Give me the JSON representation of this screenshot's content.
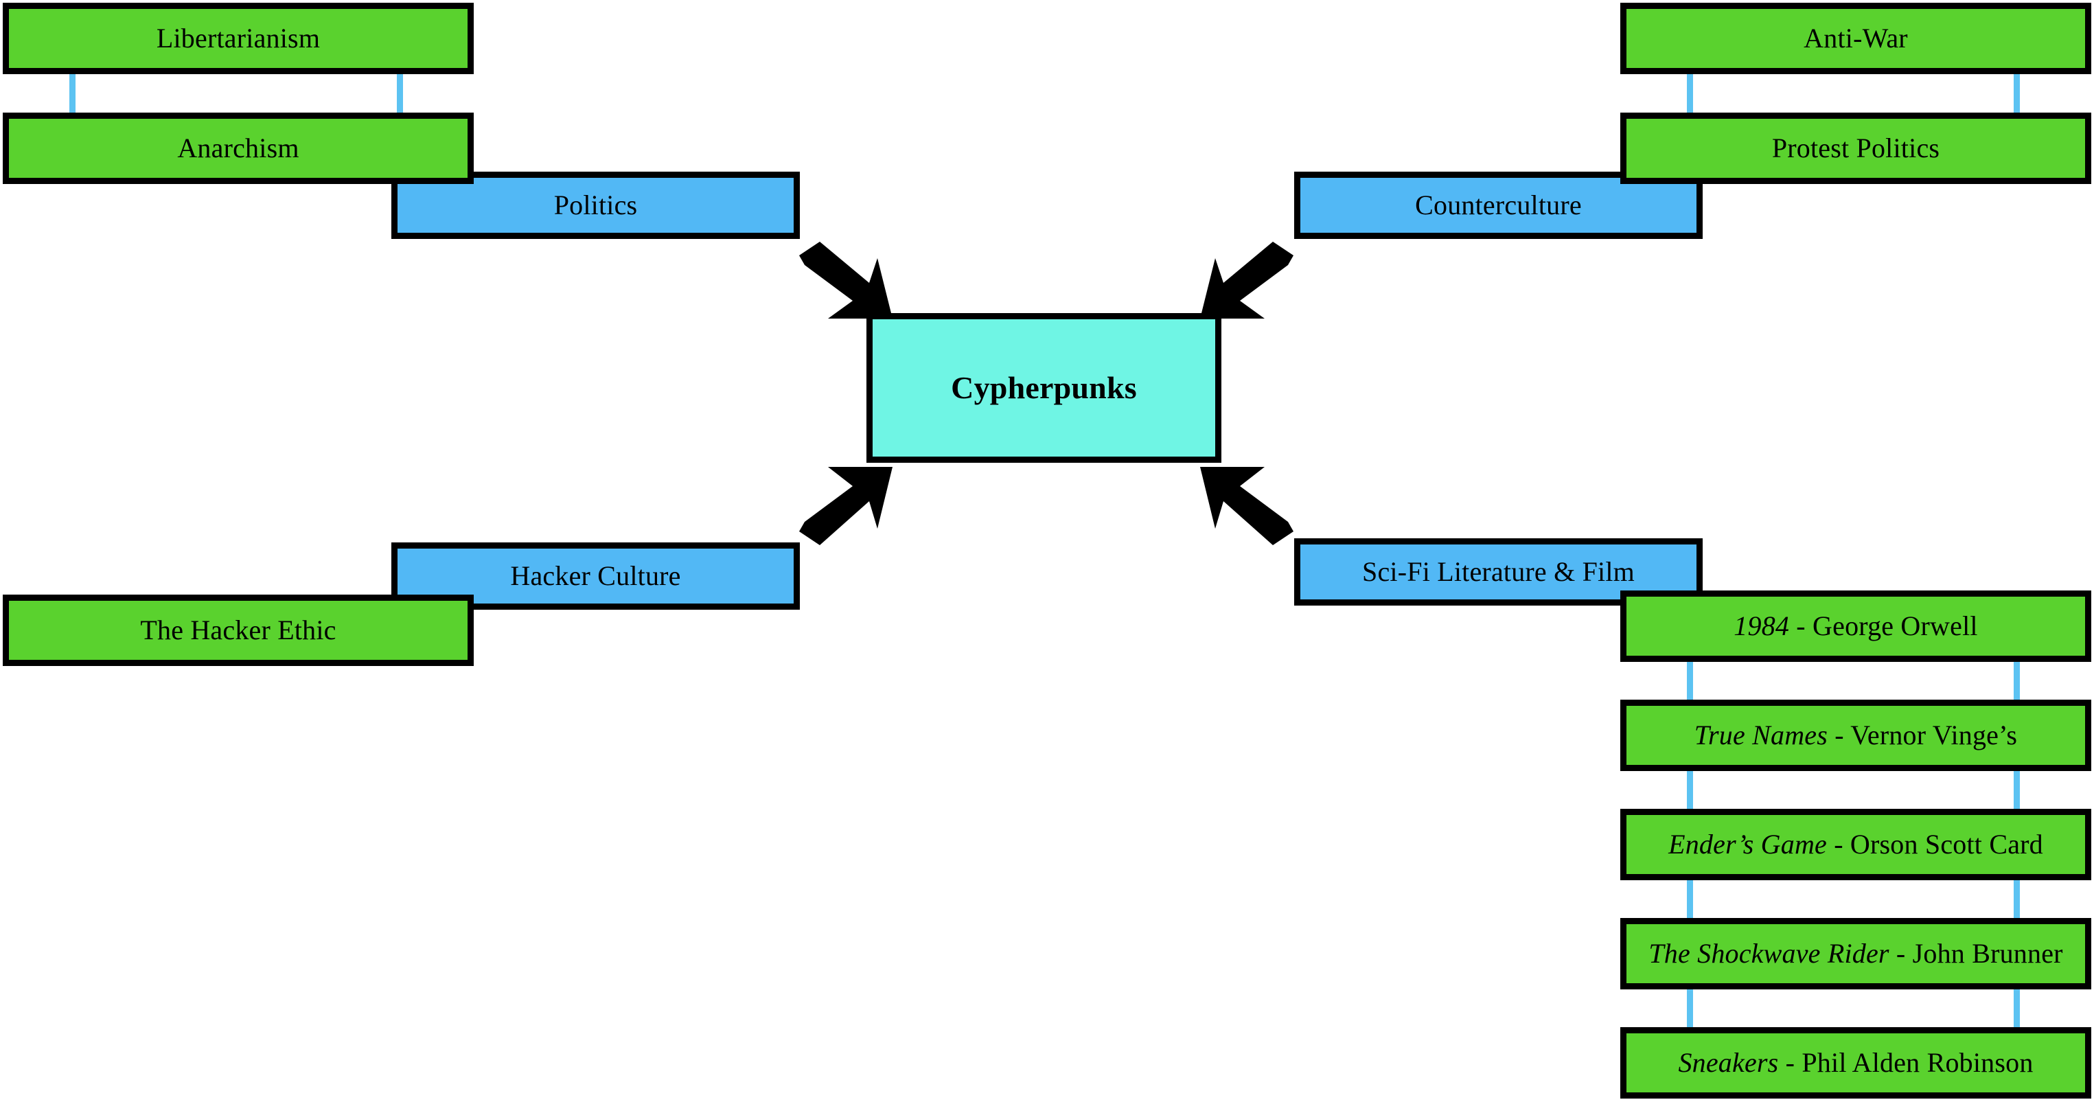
{
  "diagram": {
    "title": "Cypherpunks influences diagram",
    "colors": {
      "green": "#5ad22e",
      "blue": "#52b8f5",
      "cyan": "#6ff5e4",
      "connector": "#5cc3f2",
      "outline": "#000000",
      "background": "#ffffff"
    },
    "center": {
      "label": "Cypherpunks"
    },
    "branches": {
      "politics": {
        "category_label": "Politics",
        "items": [
          {
            "label": "Libertarianism"
          },
          {
            "label": "Anarchism"
          }
        ]
      },
      "counterculture": {
        "category_label": "Counterculture",
        "items": [
          {
            "label": "Anti-War"
          },
          {
            "label": "Protest Politics"
          }
        ]
      },
      "hacker_culture": {
        "category_label": "Hacker Culture",
        "items": [
          {
            "label": "The Hacker Ethic"
          }
        ]
      },
      "scifi": {
        "category_label": "Sci-Fi Literature & Film",
        "items": [
          {
            "title": "1984",
            "separator": " - ",
            "author": "George Orwell"
          },
          {
            "title": "True Names",
            "separator": " - ",
            "author": "Vernor Vinge’s"
          },
          {
            "title": "Ender’s Game",
            "separator": " - ",
            "author": "Orson Scott Card"
          },
          {
            "title": "The Shockwave Rider",
            "separator": " - ",
            "author": "John Brunner"
          },
          {
            "title": "Sneakers",
            "separator": " - ",
            "author": "Phil Alden Robinson"
          }
        ]
      }
    },
    "arrows": [
      {
        "name": "arrow-politics-to-center",
        "direction": "down-right"
      },
      {
        "name": "arrow-counterculture-to-center",
        "direction": "down-left"
      },
      {
        "name": "arrow-hacker-to-center",
        "direction": "up-right"
      },
      {
        "name": "arrow-scifi-to-center",
        "direction": "up-left"
      }
    ]
  }
}
